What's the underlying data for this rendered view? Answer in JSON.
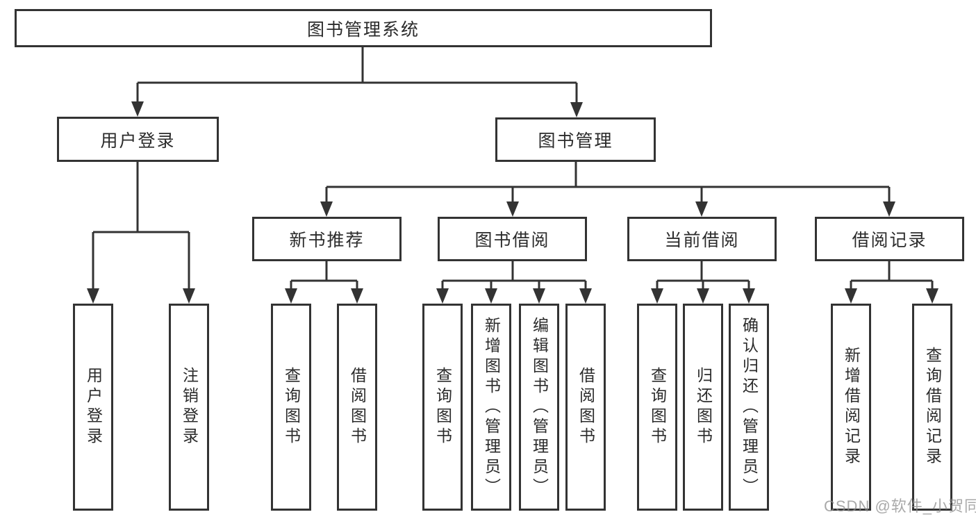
{
  "colors": {
    "line": "#333333",
    "text": "#2b2b2b",
    "background": "#ffffff",
    "watermark": "#8c8c8c"
  },
  "diagram": {
    "type": "tree",
    "root": {
      "label": "图书管理系统"
    },
    "branches": [
      {
        "label": "用户登录",
        "children": [
          {
            "label": "用户登录"
          },
          {
            "label": "注销登录"
          }
        ]
      },
      {
        "label": "图书管理",
        "children": [
          {
            "label": "新书推荐",
            "children": [
              {
                "label": "查询图书"
              },
              {
                "label": "借阅图书"
              }
            ]
          },
          {
            "label": "图书借阅",
            "children": [
              {
                "label": "查询图书"
              },
              {
                "label": "新增图书（管理员）"
              },
              {
                "label": "编辑图书（管理员）"
              },
              {
                "label": "借阅图书"
              }
            ]
          },
          {
            "label": "当前借阅",
            "children": [
              {
                "label": "查询图书"
              },
              {
                "label": "归还图书"
              },
              {
                "label": "确认归还（管理员）"
              }
            ]
          },
          {
            "label": "借阅记录",
            "children": [
              {
                "label": "新增借阅记录"
              },
              {
                "label": "查询借阅记录"
              }
            ]
          }
        ]
      }
    ]
  },
  "watermark": {
    "text": "CSDN @软件_小贺同学"
  }
}
